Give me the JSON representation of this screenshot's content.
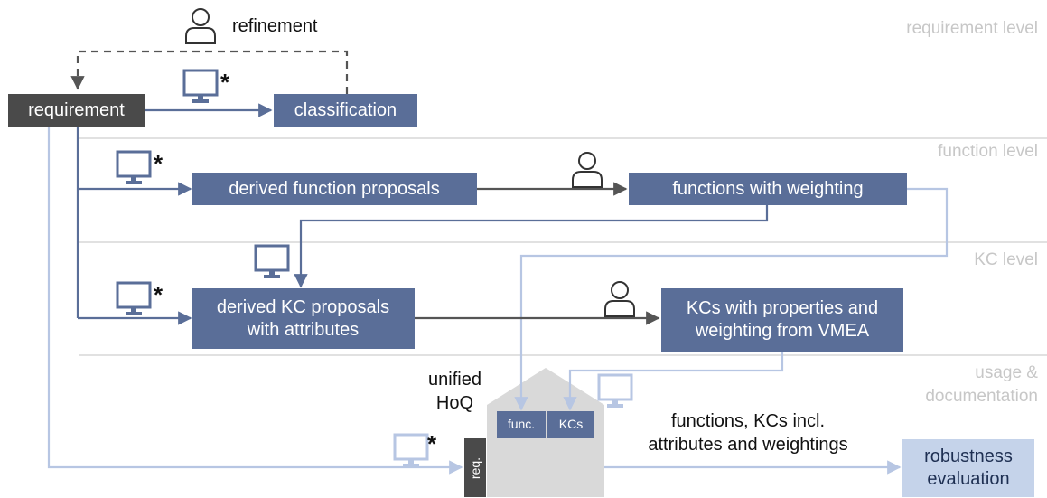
{
  "levels": {
    "requirement": "requirement level",
    "function": "function level",
    "kc": "KC level",
    "usage_line1": "usage &",
    "usage_line2": "documentation"
  },
  "nodes": {
    "requirement": "requirement",
    "classification": "classification",
    "derived_functions": "derived function proposals",
    "functions_weighting": "functions with weighting",
    "derived_kc_line1": "derived KC proposals",
    "derived_kc_line2": "with attributes",
    "kcs_props_line1": "KCs with properties and",
    "kcs_props_line2": "weighting from VMEA",
    "robustness_line1": "robustness",
    "robustness_line2": "evaluation"
  },
  "labels": {
    "refinement": "refinement",
    "hoq_line1": "unified",
    "hoq_line2": "HoQ",
    "func": "func.",
    "kcs": "KCs",
    "req": "req.",
    "output_line1": "functions, KCs incl.",
    "output_line2": "attributes and weightings",
    "asterisk": "*"
  },
  "icons": {
    "computer": "computer-icon",
    "person": "person-icon"
  },
  "colors": {
    "box_blue": "#5a6e98",
    "box_dark": "#4a4a4a",
    "light_blue": "#c5d3ea",
    "arrow_dark": "#555555",
    "arrow_blue": "#5a6e98",
    "arrow_light": "#b7c6e3",
    "level_text": "#c7c7c7",
    "hoq_gray": "#d9d9d9"
  }
}
